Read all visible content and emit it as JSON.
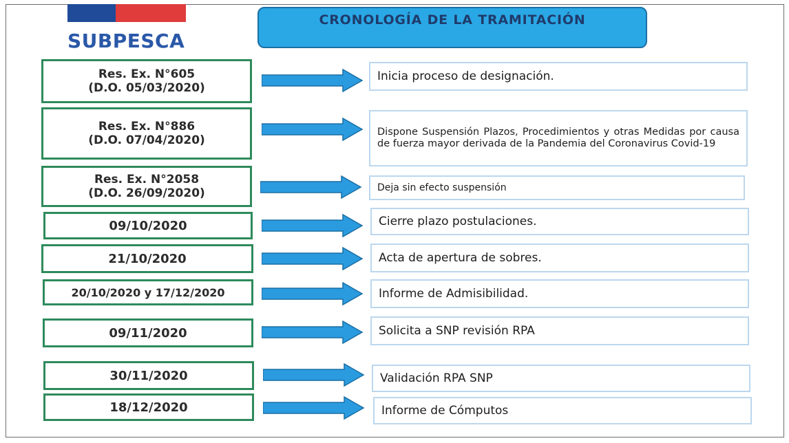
{
  "header": {
    "logo_text": "SUBPESCA",
    "title": "CRONOLOGÍA DE LA TRAMITACIÓN"
  },
  "colors": {
    "logo_blue": "#1f4b99",
    "logo_red": "#e03c3c",
    "title_fill": "#2aa8e6",
    "date_border": "#2e8a5b",
    "arrow_fill": "#2b9be0",
    "desc_border": "#bcd7ee"
  },
  "steps": [
    {
      "date_lines": [
        "Res. Ex. N°605",
        "(D.O. 05/03/2020)"
      ],
      "description": "Inicia proceso de designación."
    },
    {
      "date_lines": [
        "Res. Ex. N°886",
        "(D.O. 07/04/2020)"
      ],
      "description": "Dispone Suspensión Plazos, Procedimientos y otras Medidas por causa de fuerza mayor derivada de la Pandemia del Coronavirus Covid-19"
    },
    {
      "date_lines": [
        "Res. Ex. N°2058",
        "(D.O. 26/09/2020)"
      ],
      "description": "Deja sin efecto suspensión"
    },
    {
      "date_lines": [
        "09/10/2020"
      ],
      "description": "Cierre plazo postulaciones."
    },
    {
      "date_lines": [
        "21/10/2020"
      ],
      "description": "Acta de apertura de sobres."
    },
    {
      "date_lines": [
        "20/10/2020 y 17/12/2020"
      ],
      "description": "Informe de Admisibilidad."
    },
    {
      "date_lines": [
        "09/11/2020"
      ],
      "description": "Solicita a SNP revisión RPA"
    },
    {
      "date_lines": [
        "30/11/2020"
      ],
      "description": "Validación RPA SNP"
    },
    {
      "date_lines": [
        "18/12/2020"
      ],
      "description": "Informe de Cómputos"
    }
  ]
}
